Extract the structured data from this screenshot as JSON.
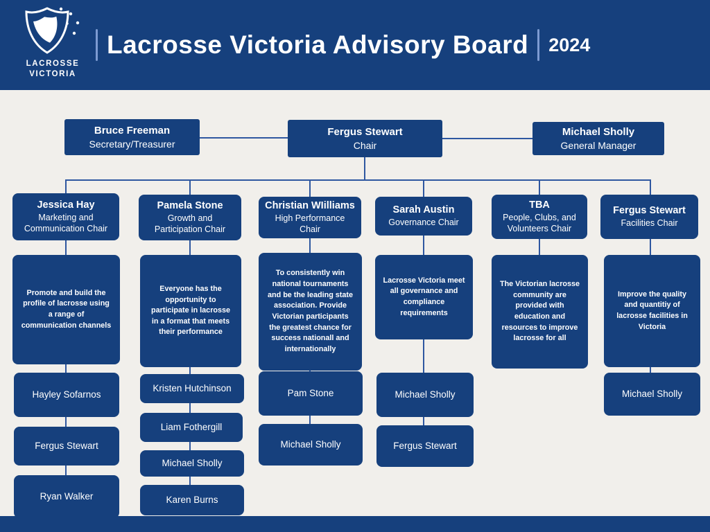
{
  "colors": {
    "navy": "#16407d",
    "background": "#f1efeb",
    "line": "#2e57a0",
    "separator": "#7d9bd2"
  },
  "header": {
    "title": "Lacrosse Victoria Advisory Board",
    "year": "2024",
    "logo": {
      "line1": "LACROSSE",
      "line2": "VICTORIA"
    }
  },
  "executive": [
    {
      "name": "Bruce Freeman",
      "role": "Secretary/Treasurer"
    },
    {
      "name": "Fergus Stewart",
      "role": "Chair"
    },
    {
      "name": "Michael Sholly",
      "role": "General Manager"
    }
  ],
  "columns": [
    {
      "chair": "Jessica Hay",
      "role": "Marketing and Communication Chair",
      "mission": "Promote and build the profile of lacrosse using a range of communication channels",
      "members": [
        "Hayley Sofarnos",
        "Fergus Stewart",
        "Ryan Walker"
      ]
    },
    {
      "chair": "Pamela Stone",
      "role": "Growth and Participation Chair",
      "mission": "Everyone has the opportunity to participate in lacrosse in a format that meets their performance",
      "members": [
        "Kristen Hutchinson",
        "Liam Fothergill",
        "Michael Sholly",
        "Karen Burns"
      ]
    },
    {
      "chair": "Christian WIilliams",
      "role": "High Performance Chair",
      "mission": "To consistently win national tournaments and be the leading state association. Provide Victorian participants the greatest chance for success nationall and internationally",
      "members": [
        "Pam Stone",
        "Michael Sholly"
      ]
    },
    {
      "chair": "Sarah Austin",
      "role": "Governance Chair",
      "mission": "Lacrosse Victoria meet all governance and compliance requirements",
      "members": [
        "Michael Sholly",
        "Fergus Stewart"
      ]
    },
    {
      "chair": "TBA",
      "role": "People, Clubs, and Volunteers Chair",
      "mission": "The Victorian lacrosse community are provided with education and resources to improve lacrosse for all",
      "members": []
    },
    {
      "chair": "Fergus  Stewart",
      "role": "Facilities Chair",
      "mission": "Improve the quality and quantitiy of lacrosse facilities in Victoria",
      "members": [
        "Michael Sholly"
      ]
    }
  ]
}
